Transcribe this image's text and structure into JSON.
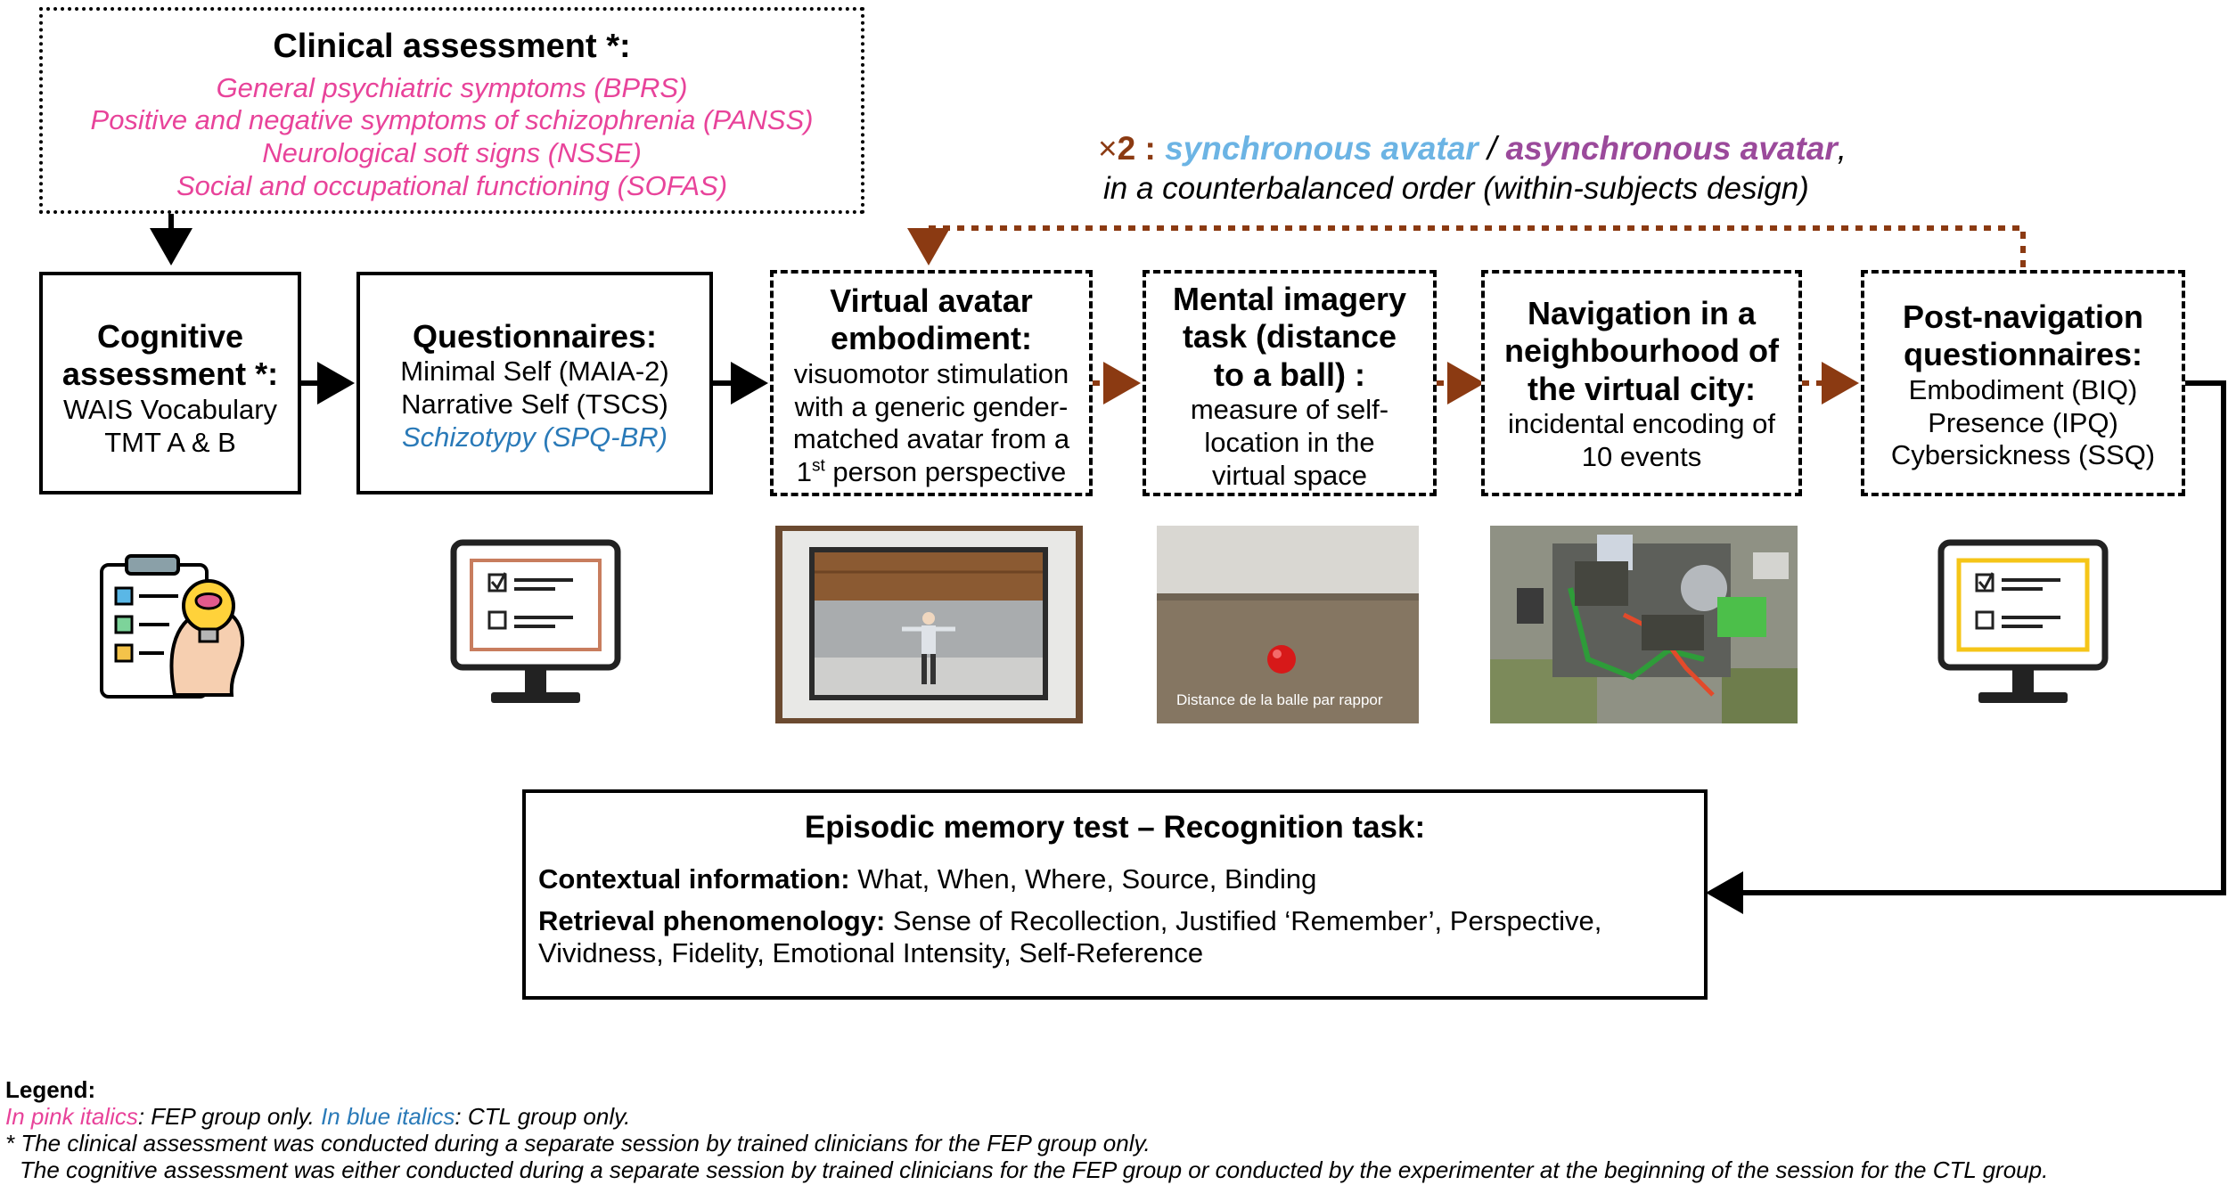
{
  "clinical": {
    "title": "Clinical assessment *:",
    "items": [
      "General psychiatric symptoms (BPRS)",
      "Positive and negative symptoms of schizophrenia (PANSS)",
      "Neurological soft signs (NSSE)",
      "Social and occupational functioning (SOFAS)"
    ]
  },
  "cognitive": {
    "title_1": "Cognitive",
    "title_2": "assessment *:",
    "lines": [
      "WAIS Vocabulary",
      "TMT A & B"
    ]
  },
  "questionnaires": {
    "title": "Questionnaires:",
    "lines": [
      "Minimal Self (MAIA-2)",
      "Narrative Self (TSCS)"
    ],
    "blue_line": "Schizotypy (SPQ-BR)"
  },
  "embodiment": {
    "title": [
      "Virtual avatar",
      "embodiment:"
    ],
    "lines": [
      "visuomotor stimulation",
      "with a generic gender-",
      "matched avatar from a"
    ],
    "last_pre": "1",
    "last_sup": "st",
    "last_post": " person perspective"
  },
  "imagery": {
    "title": [
      "Mental imagery",
      "task (distance",
      "to a ball) :"
    ],
    "lines": [
      "measure of self-",
      "location in the",
      "virtual space"
    ]
  },
  "navigation": {
    "title": [
      "Navigation in a",
      "neighbourhood of",
      "the virtual city:"
    ],
    "lines": [
      "incidental encoding of",
      "10 events"
    ]
  },
  "postnav": {
    "title": [
      "Post-navigation",
      "questionnaires:"
    ],
    "lines": [
      "Embodiment (BIQ)",
      "Presence (IPQ)",
      "Cybersickness (SSQ)"
    ]
  },
  "repeat": {
    "times": "×",
    "count": "2",
    "colon": " : ",
    "sync": "synchronous avatar",
    "slash": " / ",
    "async": "asynchronous avatar",
    "comma": ",",
    "line2": "in a counterbalanced order (within-subjects design)"
  },
  "memory": {
    "title": "Episodic memory test – Recognition task:",
    "ctx_label": "Contextual information:",
    "ctx_text": " What, When, Where, Source, Binding",
    "ret_label": "Retrieval phenomenology:",
    "ret_text": " Sense of Recollection, Justified ‘Remember’, Perspective,",
    "ret_text2": "Vividness, Fidelity, Emotional Intensity, Self-Reference"
  },
  "ball_caption": "Distance de la balle par rappor",
  "legend": {
    "title": "Legend:",
    "pink_label": "In pink italics",
    "pink_text": ": FEP group only. ",
    "blue_label": "In blue italics",
    "blue_text": ": CTL group only.",
    "note1": "* The clinical assessment was conducted during a separate session by trained clinicians for the FEP group only.",
    "note2": "The cognitive assessment was either conducted during a separate session by trained clinicians for the FEP group or conducted by the experimenter at the beginning of the session for the CTL group."
  },
  "colors": {
    "pink": "#e8439a",
    "blue": "#2a7ab8",
    "sky": "#6cb4e4",
    "purple": "#9b4a9b",
    "brown": "#8b3a12"
  }
}
